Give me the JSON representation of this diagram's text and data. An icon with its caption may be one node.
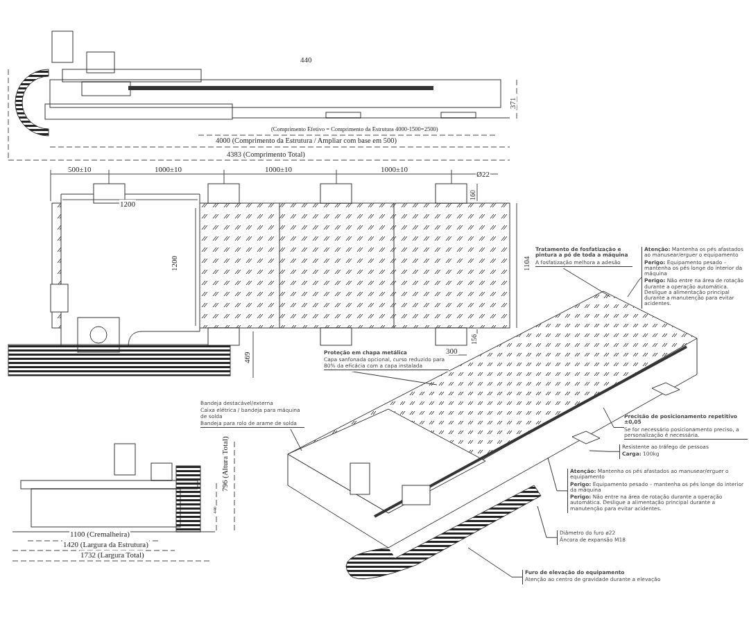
{
  "diagram": {
    "nodes": [
      {
        "text": [
          "Tratamento de fosfatização e pintura a pó de toda a máquina",
          "A fosfatização melhora a adesão"
        ]
      },
      {
        "text": [
          "**Atenção:** Mantenha os pés afastados ao manusear/erguer o equipamento",
          "**Perigo:** Equipamento pesado – mantenha os pés longe do interior da máquina",
          "**Perigo:** Não entre na área de rotação durante a operação automática. Desligue a alimentação principal durante a manutenção para evitar acidentes."
        ]
      },
      {
        "text": [
          "Proteção em chapa metálica",
          "Capa sanfonada opcional, curso reduzido para 80% da eficácia com a capa instalada"
        ]
      },
      {
        "text": [
          "Precisão de posicionamento repetitivo ±0,05",
          "Se for necessário posicionamento preciso, a personalização é necessária."
        ]
      },
      {
        "text": [
          "Resistente ao tráfego de pessoas",
          "**Carga:** 100kg"
        ]
      },
      {
        "text": [
          "Bandeja destacável/externa",
          "Caixa elétrica / bandeja para máquina de solda",
          "Bandeja para rolo de arame de solda"
        ]
      },
      {
        "text": [
          "**Atenção:** Mantenha os pés afastados ao manusear/erguer o equipamento",
          "**Perigo:** Equipamento pesado – mantenha os pés longe do interior da máquina",
          "**Perigo:** Não entre na área de rotação durante a operação automática. Desligue a alimentação principal durante a manutenção para evitar acidentes."
        ]
      },
      {
        "text": [
          "Diâmetro do furo ø22",
          "Âncora de expansão M18"
        ]
      },
      {
        "text": [
          "Furo de elevação do equipamento",
          "Atenção ao centro de gravidade durante a elevação"
        ]
      }
    ],
    "edges": [
      {
        "from": 0,
        "to": null,
        "arrow": "none"
      },
      {
        "from": 1,
        "to": null,
        "arrow": "none"
      },
      {
        "from": 2,
        "to": null,
        "arrow": "none"
      },
      {
        "from": 3,
        "to": null,
        "arrow": "none"
      },
      {
        "from": 4,
        "to": null,
        "arrow": "none"
      },
      {
        "from": 5,
        "to": null,
        "arrow": "none"
      },
      {
        "from": 6,
        "to": null,
        "arrow": "none"
      },
      {
        "from": 7,
        "to": null,
        "arrow": "none"
      },
      {
        "from": 8,
        "to": null,
        "arrow": "none"
      }
    ],
    "labels": [
      "440",
      "371",
      "(Comprimento Efetivo = Comprimento da Estrutura 4000-1500=2500)",
      "4000 (Comprimento da Estrutura / Ampliar com base em 500)",
      "4383 (Comprimento Total)",
      "500±10",
      "1000±10",
      "1000±10",
      "1000±10",
      "Ø22",
      "1200",
      "160",
      "1200",
      "1104",
      "469",
      "156",
      "300",
      "796 (Altura Total)",
      "440",
      "1100 (Cremalheira)",
      "1420 (Largura da Estrutura)",
      "1732 (Largura Total)"
    ]
  }
}
